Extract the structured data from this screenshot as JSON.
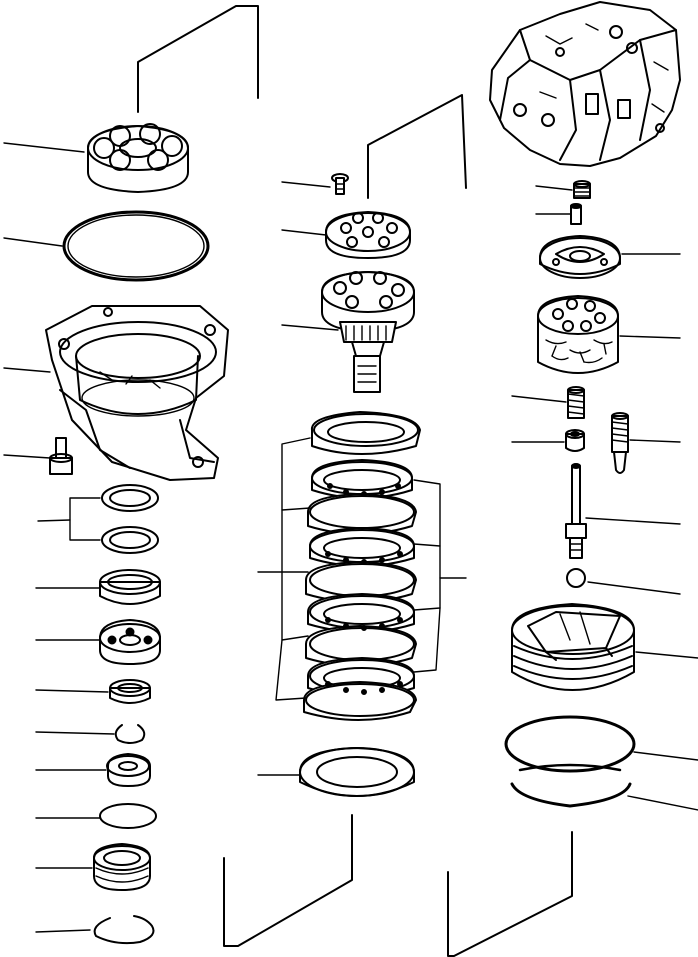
{
  "diagram": {
    "style": {
      "ink": "#000000",
      "paper": "#ffffff"
    },
    "parts": [
      "bearing",
      "o-ring",
      "housing",
      "bolt",
      "shim-pair",
      "seal-ring",
      "bearing",
      "collar",
      "snap-ring",
      "bearing",
      "o-ring",
      "oil-seal-holder",
      "snap-ring",
      "screw",
      "retainer-plate",
      "cylinder-shaft",
      "disc-stack",
      "plate-stack",
      "thrust-plate",
      "cylinder-head",
      "spring",
      "pin",
      "valve-plate",
      "cylinder-block",
      "spring",
      "spring-seat",
      "piston",
      "plunger",
      "ball",
      "brake-piston",
      "o-ring-large",
      "backup-ring"
    ]
  }
}
